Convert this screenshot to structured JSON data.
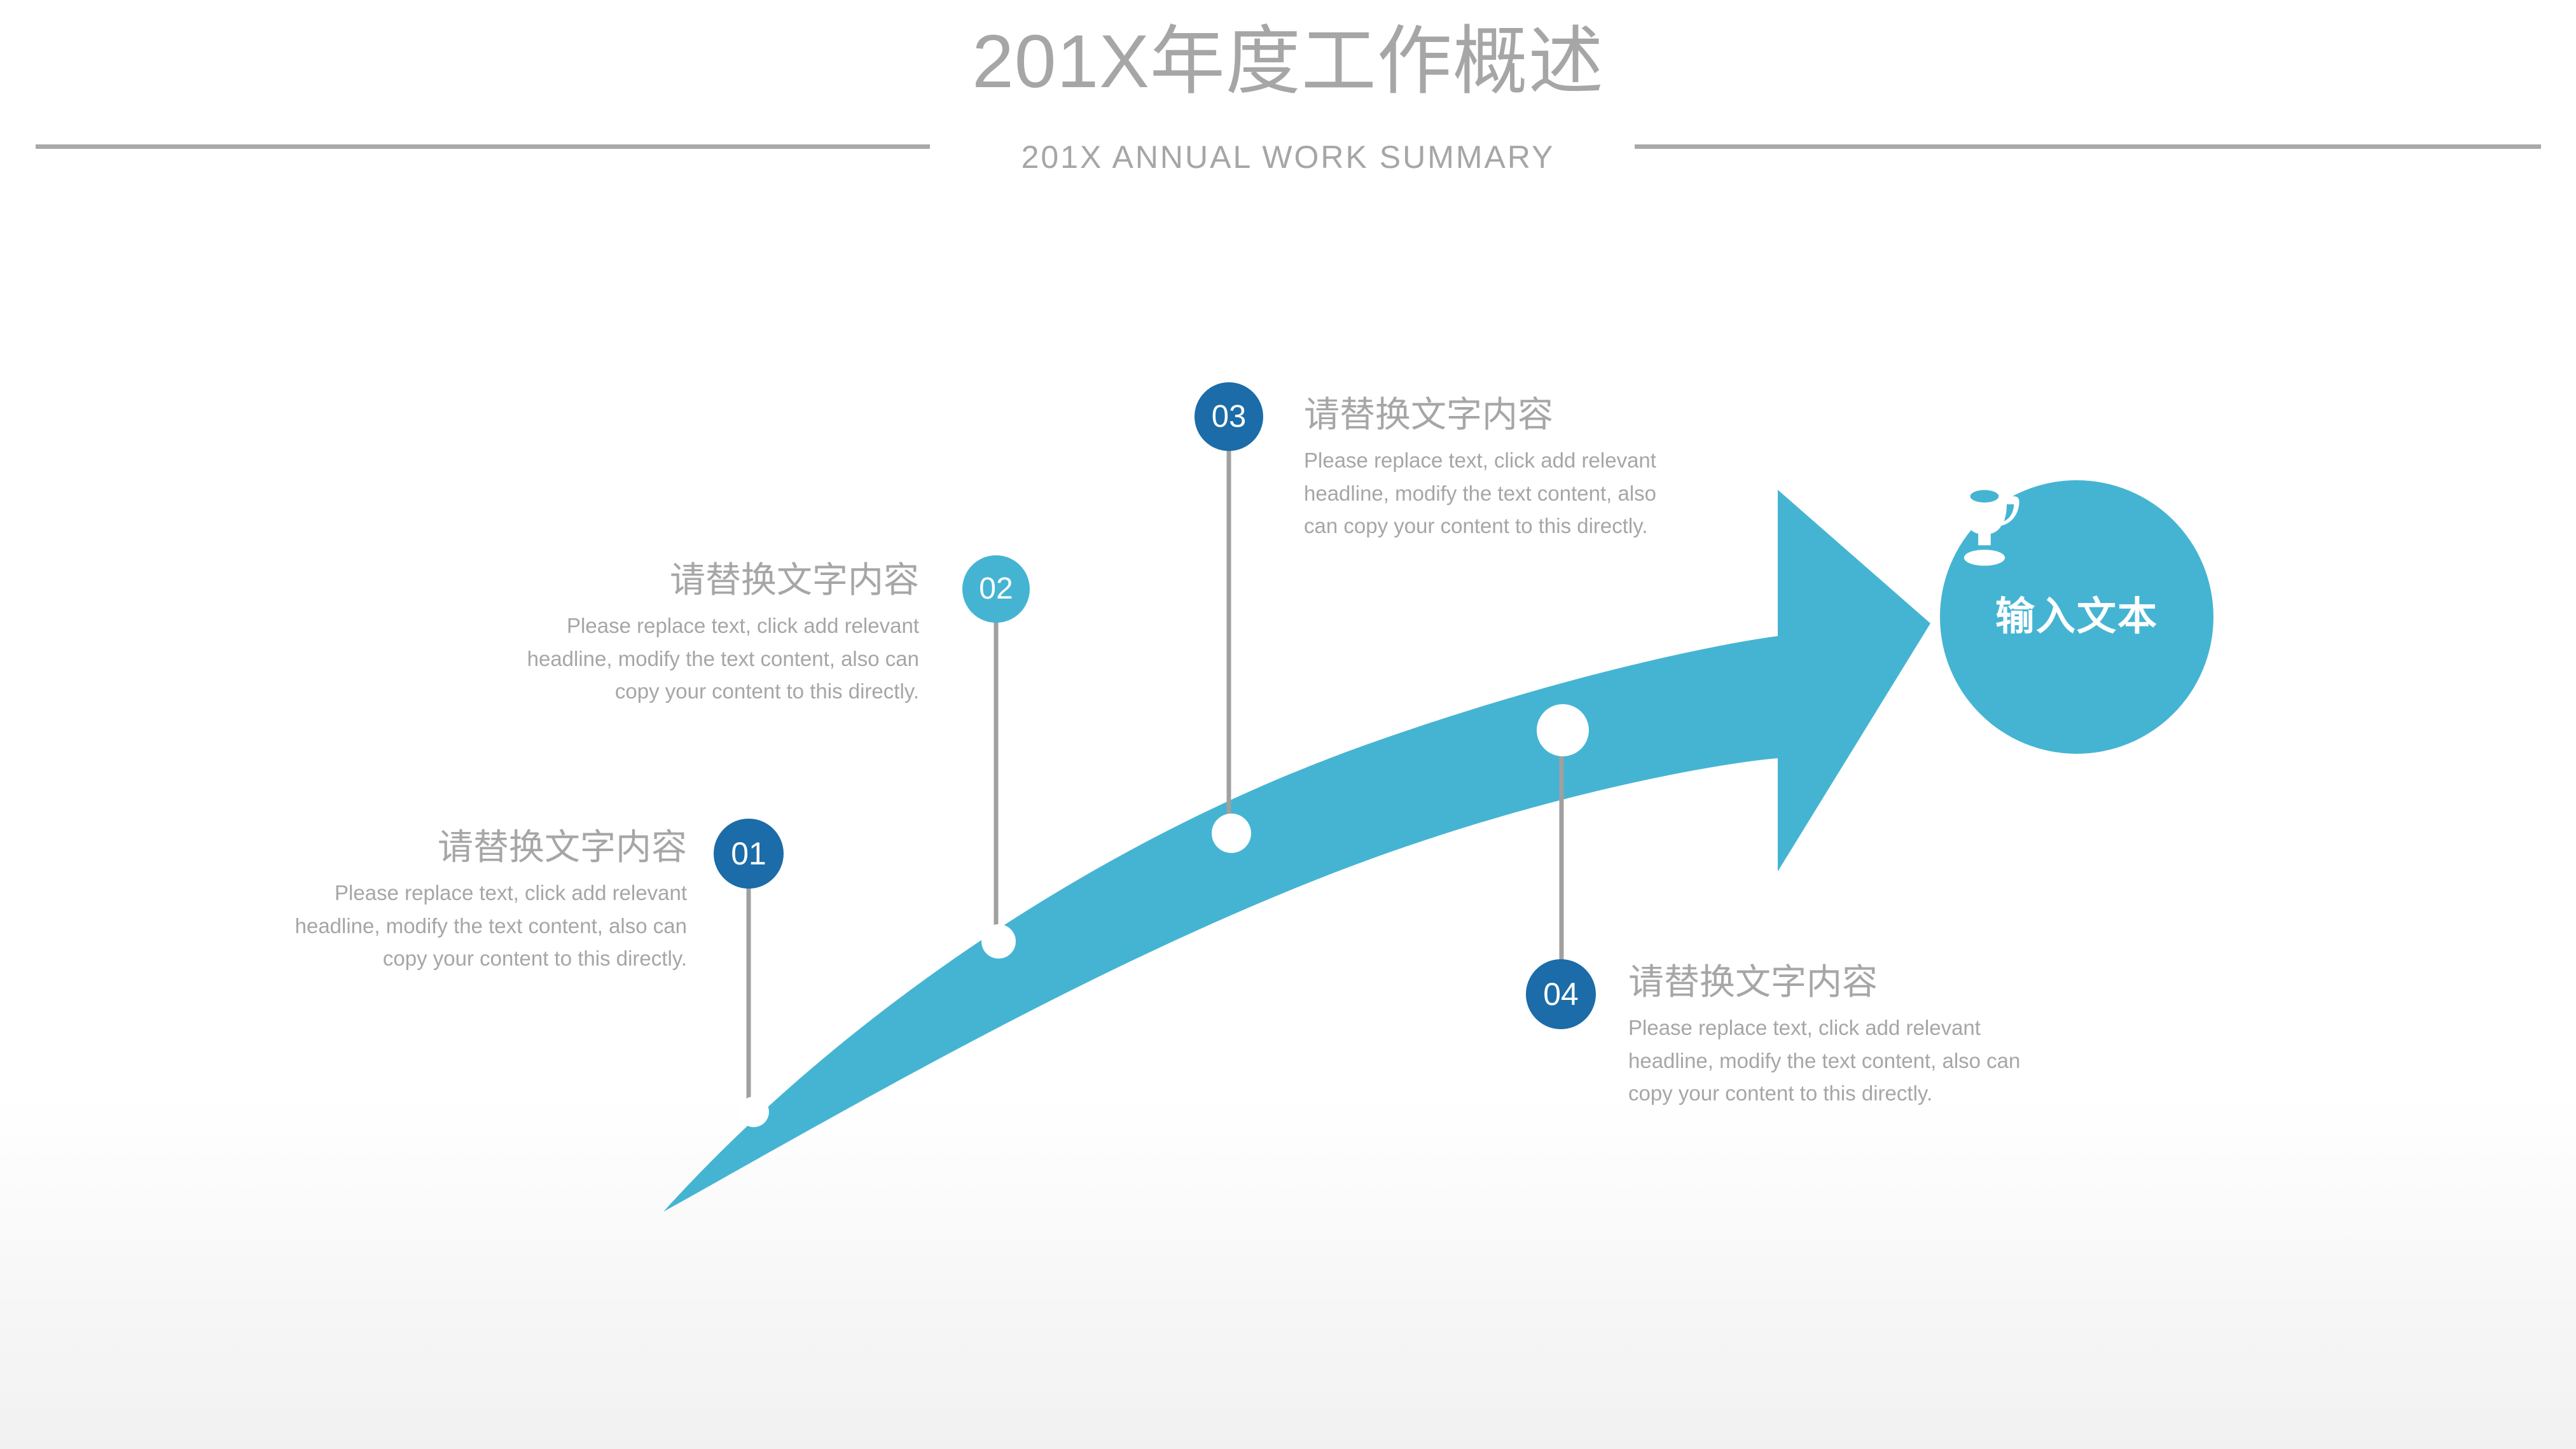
{
  "header": {
    "title": "201X年度工作概述",
    "subtitle": "201X ANNUAL WORK SUMMARY"
  },
  "colors": {
    "arrow": "#45b4d3",
    "accent_dark": "#1b6ca8",
    "accent_light": "#45b4d3",
    "text_gray": "#a6a6a6",
    "rule_gray": "#a9a9a9",
    "connector_gray": "#a0a0a0"
  },
  "steps": [
    {
      "number": "01",
      "heading": "请替换文字内容",
      "body": "Please replace text, click add relevant headline, modify the text content, also can copy your content to this directly.",
      "marker_color": "#1b6ca8",
      "align": "right"
    },
    {
      "number": "02",
      "heading": "请替换文字内容",
      "body": "Please replace text, click add relevant headline, modify the text content, also can copy your content to this directly.",
      "marker_color": "#45b4d3",
      "align": "right"
    },
    {
      "number": "03",
      "heading": "请替换文字内容",
      "body": "Please replace text, click add relevant headline, modify the text content, also can copy your content to this directly.",
      "marker_color": "#1b6ca8",
      "align": "left"
    },
    {
      "number": "04",
      "heading": "请替换文字内容",
      "body": "Please replace text, click add relevant headline, modify the text content, also can copy your content to this directly.",
      "marker_color": "#1b6ca8",
      "align": "left"
    }
  ],
  "end_node": {
    "label": "输入文本",
    "icon": "trophy-icon",
    "color": "#45b4d3"
  }
}
